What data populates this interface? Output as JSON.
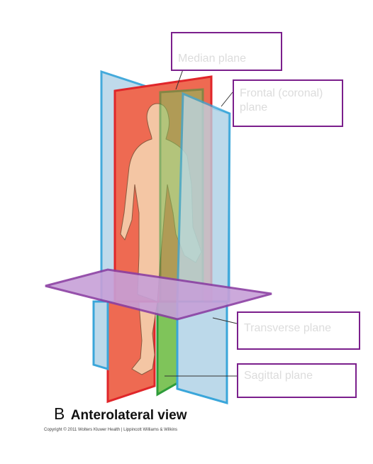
{
  "figure": {
    "label_letter": "B",
    "caption": "Anterolateral view",
    "copyright": "Copyright © 2011 Wolters Kluwer Health | Lippincott Williams & Wilkins"
  },
  "labels": {
    "median": "Median plane",
    "frontal": "Frontal (coronal) plane",
    "transverse": "Transverse plane",
    "sagittal": "Sagittal plane"
  },
  "colors": {
    "frontal_plane": "#bcd9ea",
    "frontal_edge": "#3aa6da",
    "median_plane": "#ee6a52",
    "median_edge": "#e0262a",
    "sagittal_plane": "#7fc45a",
    "sagittal_edge": "#2e9c3a",
    "transverse_plane": "#c7a0d8",
    "transverse_edge": "#8b3fa3",
    "body_skin": "#f4c6a4",
    "label_border": "#7b1f8c"
  }
}
